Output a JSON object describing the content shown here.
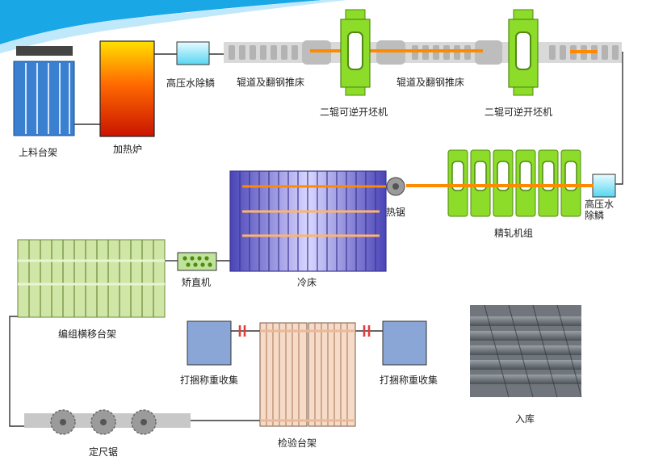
{
  "labels": {
    "feeding_rack": "上料台架",
    "heating_furnace": "加热炉",
    "descaler_1": "高压水除鳞",
    "tilting_roller_1": "辊道及翻钢推床",
    "tilting_roller_2": "辊道及翻钢推床",
    "reversing_mill_1": "二辊可逆开坯机",
    "reversing_mill_2": "二辊可逆开坯机",
    "finishing_mill": "精轧机组",
    "descaler_2": "高压水\n除鳞",
    "hot_saw": "热锯",
    "cooling_bed": "冷床",
    "straightener": "矫直机",
    "transfer_rack": "编组横移台架",
    "stacker_left": "打捆称重收集",
    "stacker_right": "打捆称重收集",
    "inspection_rack": "检验台架",
    "fixed_saw": "定尺锯",
    "warehouse": "入库"
  },
  "colors": {
    "accent_wave": "#1aa7e6",
    "hot_bar": "#ff8a00",
    "mill_green": "#8ddc2a",
    "bed_purple": "#6a63c9",
    "rack_green": "#cfe6a6",
    "collector_blue": "#8aa6d6",
    "red_sep": "#e43b3b",
    "roller_gray": "#c8c8c8",
    "furnace_top": "#ffd400",
    "furnace_bottom": "#d61c00",
    "rack_blue": "#3a7fd0"
  }
}
